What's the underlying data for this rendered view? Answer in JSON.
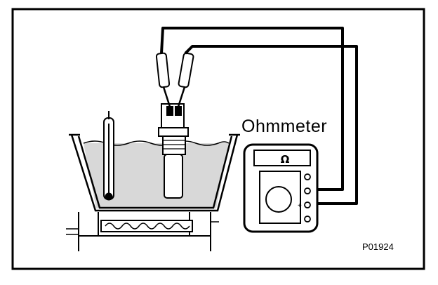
{
  "labels": {
    "ohmmeter": "Ohmmeter",
    "figure_code": "P01924",
    "meter_symbol": "Ω",
    "terminal_mark": "+"
  },
  "colors": {
    "line": "#000000",
    "liquid": "#d8d8d8",
    "background": "#ffffff"
  }
}
